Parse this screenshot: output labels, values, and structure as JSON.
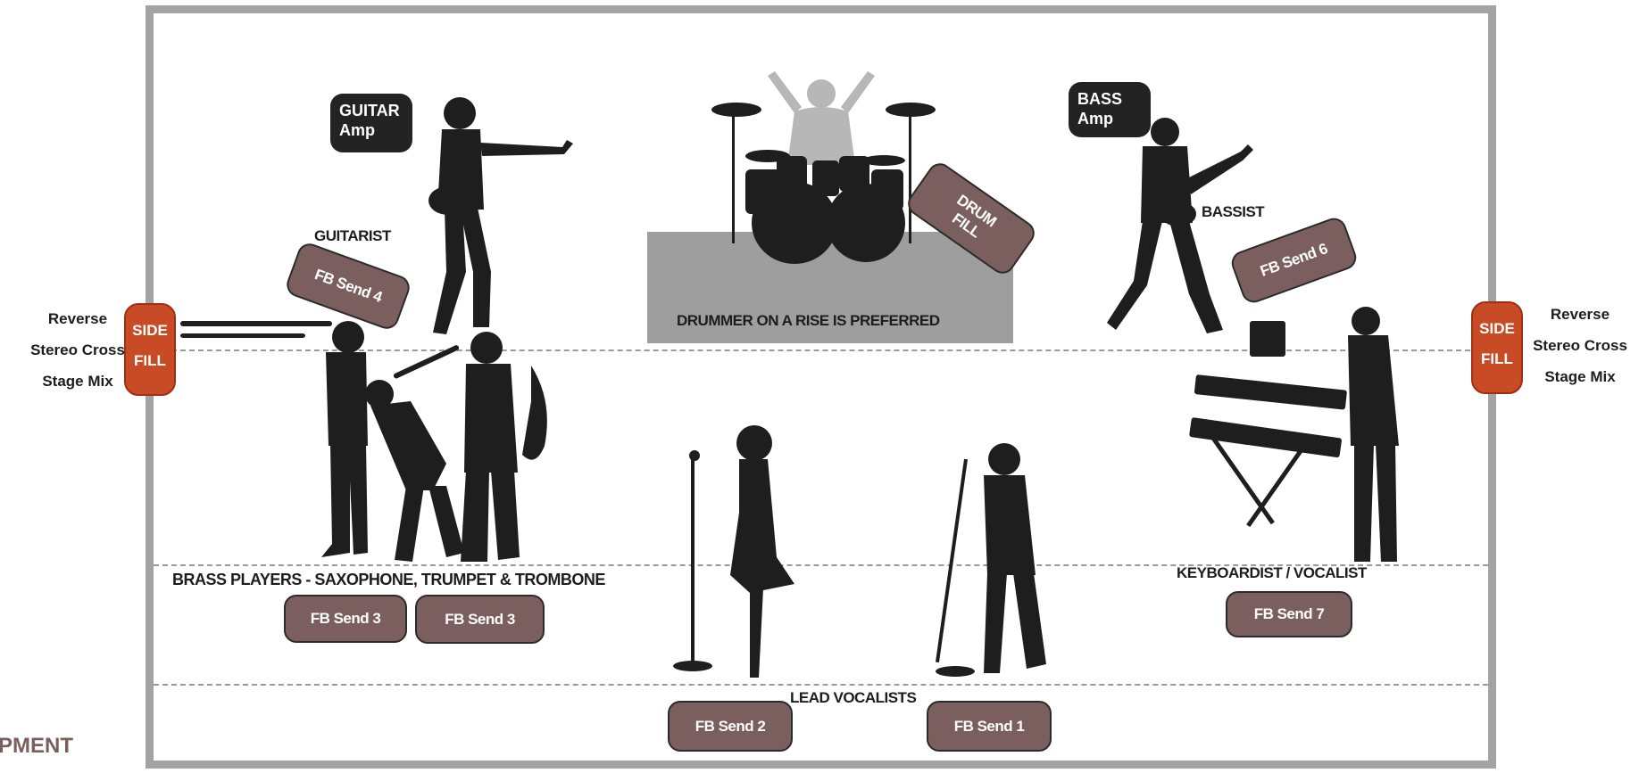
{
  "labels": {
    "guitarist": "GUITARIST",
    "bassist": "BASSIST",
    "drummer": "DRUMMER ON A RISE IS PREFERRED",
    "brass": "BRASS PLAYERS - SAXOPHONE, TRUMPET & TROMBONE",
    "keyboardist": "KEYBOARDIST / VOCALIST",
    "lead_vocalists": "LEAD VOCALISTS"
  },
  "amps": {
    "guitar": [
      "GUITAR",
      "Amp"
    ],
    "bass": [
      "BASS",
      "Amp"
    ]
  },
  "fb_sends": {
    "guitarist": "FB Send 4",
    "bassist": "FB Send 6",
    "brass_a": "FB Send 3",
    "brass_b": "FB Send 3",
    "keyboardist": "FB Send 7",
    "vocalist_a": "FB Send 2",
    "vocalist_b": "FB Send 1"
  },
  "drum_fill": [
    "DRUM",
    "FILL"
  ],
  "side_fill": {
    "left": [
      "SIDE",
      "FILL"
    ],
    "right": [
      "SIDE",
      "FILL"
    ]
  },
  "reverse_mix": {
    "left": [
      "Reverse",
      "Stereo Cross",
      "Stage Mix"
    ],
    "right": [
      "Reverse",
      "Stereo Cross",
      "Stage Mix"
    ]
  },
  "corner_text": "PMENT",
  "colors": {
    "fb_send": "#7b5f5e",
    "side_fill": "#c94b25",
    "amp": "#232323",
    "stage_border": "#a3a3a3"
  }
}
